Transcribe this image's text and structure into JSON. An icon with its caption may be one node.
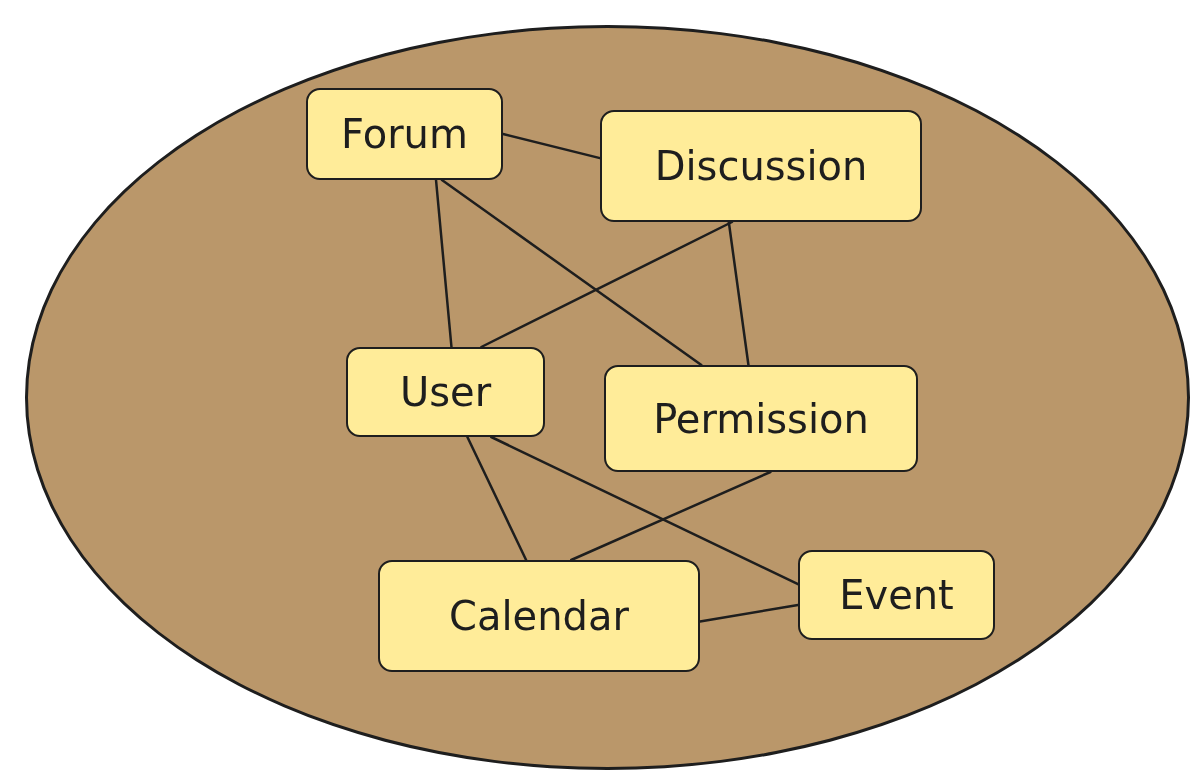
{
  "diagram": {
    "nodes": [
      {
        "text": [],
        "shape": "ellipse"
      },
      {
        "text": [
          "Forum"
        ],
        "in": 0
      },
      {
        "text": [
          "Discussion"
        ],
        "in": 0
      },
      {
        "text": [
          "User"
        ],
        "in": 0
      },
      {
        "text": [
          "Permission"
        ],
        "in": 0
      },
      {
        "text": [
          "Calendar"
        ],
        "in": 0
      },
      {
        "text": [
          "Event"
        ],
        "in": 0
      }
    ],
    "edges": [
      {
        "from": 1,
        "to": 2,
        "arrow": "none"
      },
      {
        "from": 1,
        "to": 3,
        "arrow": "none"
      },
      {
        "from": 1,
        "to": 4,
        "arrow": "none"
      },
      {
        "from": 2,
        "to": 3,
        "arrow": "none"
      },
      {
        "from": 2,
        "to": 4,
        "arrow": "none"
      },
      {
        "from": 3,
        "to": 5,
        "arrow": "none"
      },
      {
        "from": 3,
        "to": 6,
        "arrow": "none"
      },
      {
        "from": 4,
        "to": 5,
        "arrow": "none"
      },
      {
        "from": 5,
        "to": 6,
        "arrow": "none"
      }
    ]
  }
}
